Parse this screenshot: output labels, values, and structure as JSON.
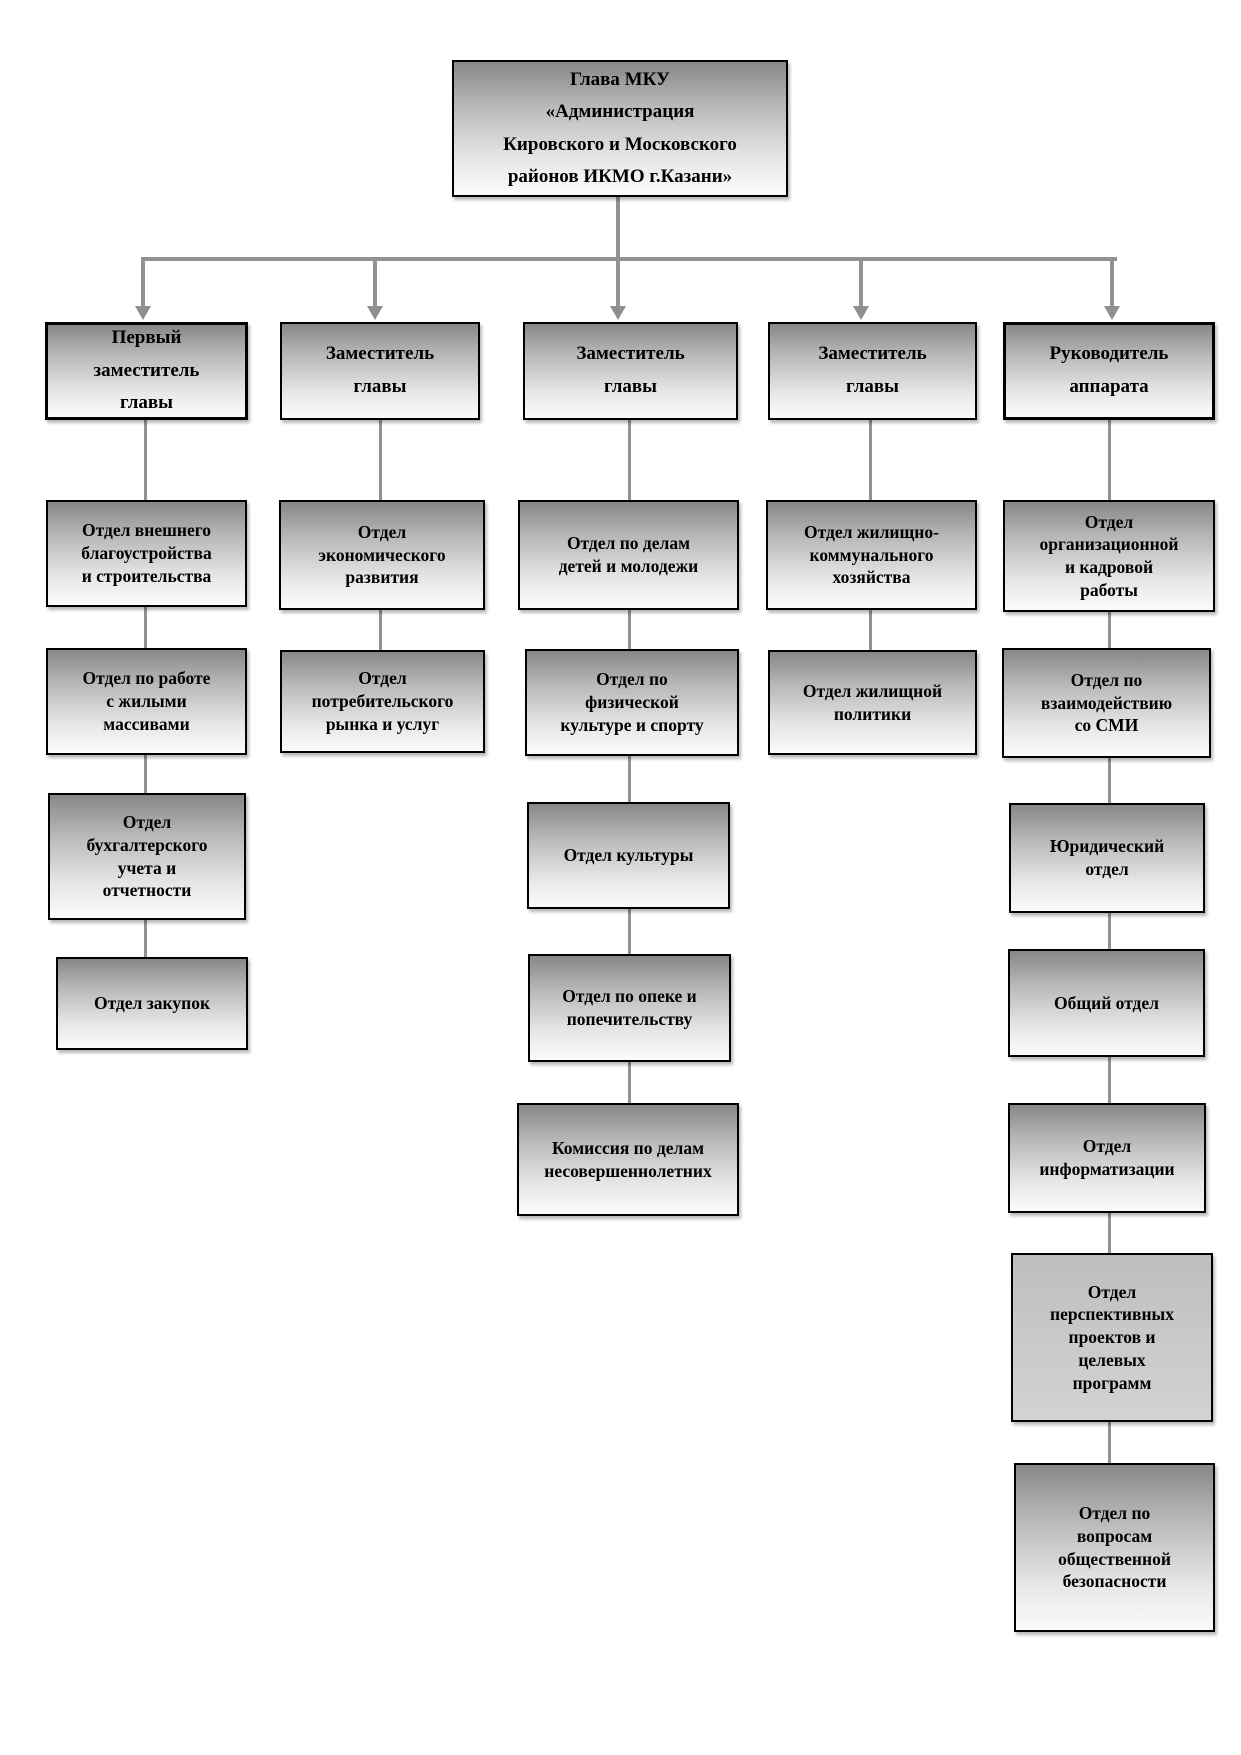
{
  "page": {
    "background": "#ffffff"
  },
  "colors": {
    "box_border": "#000000",
    "box_gradient_top": "#878787",
    "box_gradient_bottom": "#fbfbfb",
    "flat_box_fill": "#c9c9c9",
    "connector": "#929292",
    "text": "#000000"
  },
  "org_chart": {
    "root": "Глава МКУ\n«Администрация\nКировского и Московского\nрайонов ИКМО г.Казани»",
    "columns": [
      {
        "head": "Первый\nзаместитель\nглавы",
        "children": [
          "Отдел внешнего\nблагоустройства\nи строительства",
          "Отдел по работе\nс жилыми\nмассивами",
          "Отдел\nбухгалтерского\nучета и\nотчетности",
          "Отдел закупок"
        ]
      },
      {
        "head": "Заместитель\nглавы",
        "children": [
          "Отдел\nэкономического\nразвития",
          "Отдел\nпотребительского\nрынка и услуг"
        ]
      },
      {
        "head": "Заместитель\nглавы",
        "children": [
          "Отдел по делам\nдетей и молодежи",
          "Отдел по\nфизической\nкультуре и спорту",
          "Отдел культуры",
          "Отдел по опеке и\nпопечительству",
          "Комиссия по делам\nнесовершеннолетних"
        ]
      },
      {
        "head": "Заместитель\nглавы",
        "children": [
          "Отдел жилищно-\nкоммунального\nхозяйства",
          "Отдел жилищной\nполитики"
        ]
      },
      {
        "head": "Руководитель\nаппарата",
        "children": [
          "Отдел\nорганизационной\nи кадровой\nработы",
          "Отдел по\nвзаимодействию\nсо СМИ",
          "Юридический\nотдел",
          "Общий отдел",
          "Отдел\nинформатизации",
          "Отдел\nперспективных\nпроектов и\nцелевых\nпрограмм",
          "Отдел по\nвопросам\nобщественной\nбезопасности"
        ]
      }
    ]
  }
}
